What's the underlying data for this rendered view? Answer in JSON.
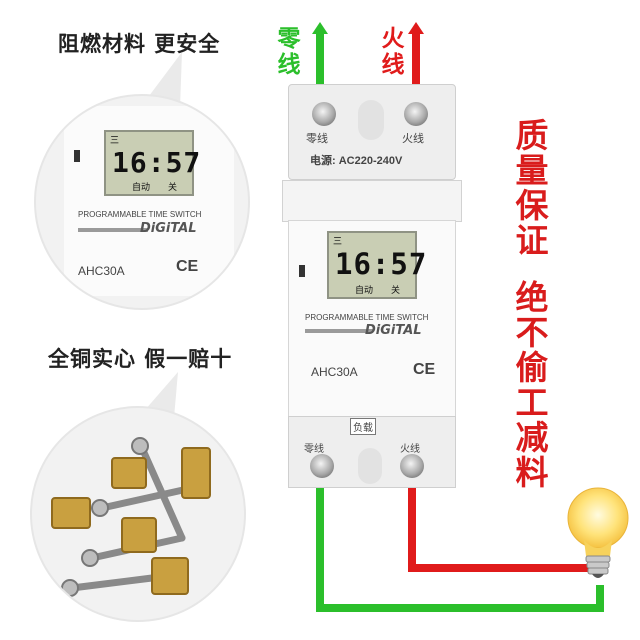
{
  "top_left_caption": "阻燃材料 更安全",
  "mid_left_caption": "全铜实心 假一赔十",
  "top_wires": {
    "neutral": "零线",
    "live": "火线"
  },
  "device": {
    "voltage": "电源: AC220-240V",
    "terminal_neutral": "零线",
    "terminal_live": "火线",
    "load_label": "负载",
    "display": {
      "day": "三",
      "time": "16:57",
      "status_left": "自动",
      "status_right": "关"
    },
    "title": "PROGRAMMABLE TIME SWITCH",
    "brand": "DiGiTAL",
    "model": "AHC30A",
    "mark": "CE"
  },
  "zoom_bubble": {
    "display": {
      "day": "三",
      "time": "16:57",
      "status_left": "自动",
      "status_right": "关"
    },
    "title": "PROGRAMMABLE TIME SWITCH",
    "brand": "DiGiTAL",
    "model": "AHC30A",
    "mark": "CE"
  },
  "side_text": [
    "质",
    "量",
    "保",
    "证",
    "绝",
    "不",
    "偷",
    "工",
    "减",
    "料"
  ],
  "colors": {
    "neutral_wire": "#2bbf2b",
    "live_wire": "#e01b1b",
    "side_text": "#d91c1c",
    "brass": "#c9a040"
  }
}
